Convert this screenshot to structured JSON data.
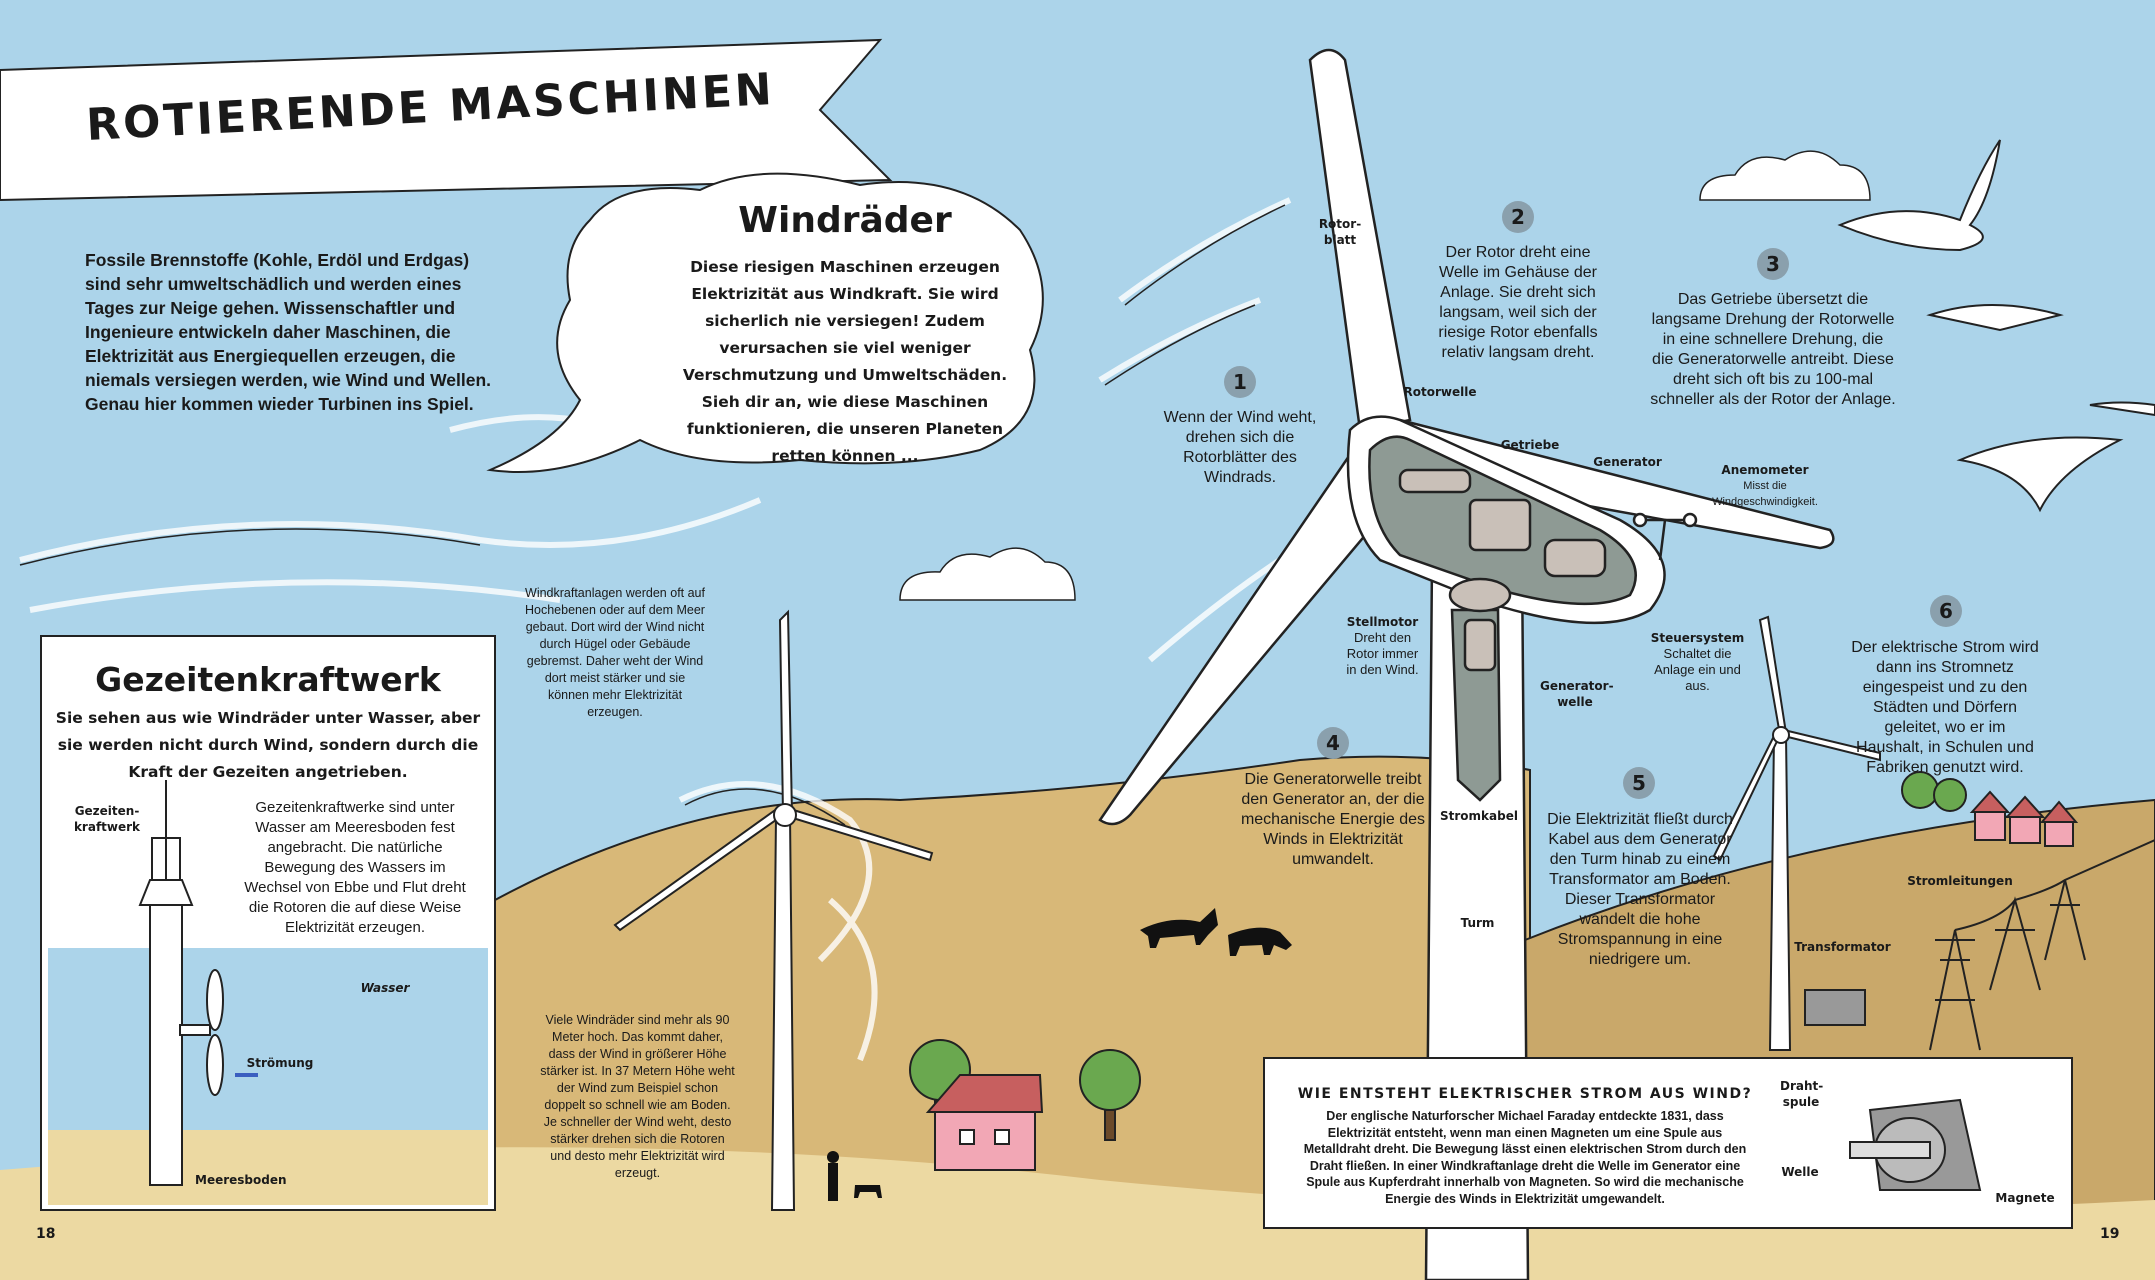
{
  "banner": {
    "title": "ROTIERENDE MASCHINEN"
  },
  "intro": {
    "text": "Fossile Brennstoffe (Kohle, Erdöl und Erdgas) sind sehr umweltschädlich und werden eines Tages zur Neige gehen. Wissenschaftler und Ingenieure entwickeln daher Maschinen, die Elektrizität aus Energiequellen erzeugen, die niemals versiegen werden, wie Wind und Wellen. Genau hier kommen wieder Turbinen ins Spiel."
  },
  "cloud": {
    "title": "Windräder",
    "text": "Diese riesigen Maschinen erzeugen Elektrizität aus Windkraft. Sie wird sicherlich nie versiegen! Zudem verursachen sie viel weniger Verschmutzung und Umweltschäden. Sieh dir an, wie diese Maschinen funktionieren, die unseren Planeten retten können ..."
  },
  "tidal": {
    "title": "Gezeitenkraftwerk",
    "subtitle": "Sie sehen aus wie Windräder unter Wasser, aber sie werden nicht durch Wind, sondern durch die Kraft der Gezeiten angetrieben.",
    "text": "Gezeitenkraftwerke sind unter Wasser am Meeresboden fest angebracht. Die natürliche Bewegung des Wassers im Wechsel von Ebbe und Flut dreht die Rotoren die auf diese Weise Elektrizität erzeugen.",
    "labels": {
      "plant": "Gezeiten-kraftwerk",
      "water": "Wasser",
      "current": "Strömung",
      "seabed": "Meeresboden"
    }
  },
  "notes": {
    "highlands": "Windkraftanlagen werden oft auf Hochebenen oder auf dem Meer gebaut. Dort wird der Wind nicht durch Hügel oder Gebäude gebremst. Daher weht der Wind dort meist stärker und sie können mehr Elektrizität erzeugen.",
    "height": "Viele Windräder sind mehr als 90 Meter hoch. Das kommt daher, dass der Wind in größerer Höhe stärker ist. In 37 Metern Höhe weht der Wind zum Beispiel schon doppelt so schnell wie am Boden. Je schneller der Wind weht, desto stärker drehen sich die Rotoren und desto mehr Elektrizität wird erzeugt."
  },
  "steps": [
    {
      "number": "1",
      "text": "Wenn der Wind weht, drehen sich die Rotorblätter des Windrads."
    },
    {
      "number": "2",
      "text": "Der Rotor dreht eine Welle im Gehäuse der Anlage. Sie dreht sich langsam, weil sich der riesige Rotor ebenfalls relativ langsam dreht."
    },
    {
      "number": "3",
      "text": "Das Getriebe übersetzt die langsame Drehung der Rotorwelle in eine schnellere Drehung, die die Generatorwelle antreibt. Diese dreht sich oft bis zu 100-mal schneller als der Rotor der Anlage."
    },
    {
      "number": "4",
      "text": "Die Generatorwelle treibt den Generator an, der die mechanische Energie des Winds in Elektrizität umwandelt."
    },
    {
      "number": "5",
      "text": "Die Elektrizität fließt durch Kabel aus dem Generator den Turm hinab zu einem Transformator am Boden. Dieser Transformator wandelt die hohe Stromspannung in eine niedrigere um."
    },
    {
      "number": "6",
      "text": "Der elektrische Strom wird dann ins Stromnetz eingespeist und zu den Städten und Dörfern geleitet, wo er im Haushalt, in Schulen und Fabriken genutzt wird."
    }
  ],
  "labels": {
    "rotorblatt": "Rotor-blatt",
    "rotorwelle": "Rotorwelle",
    "getriebe": "Getriebe",
    "generator": "Generator",
    "anemometer": "Anemometer",
    "anemometer_desc": "Misst die Windgeschwindigkeit.",
    "stellmotor": "Stellmotor",
    "stellmotor_desc": "Dreht den Rotor immer in den Wind.",
    "steuersystem": "Steuersystem",
    "steuersystem_desc": "Schaltet die Anlage ein und aus.",
    "generatorwelle": "Generator-welle",
    "stromkabel": "Stromkabel",
    "turm": "Turm",
    "stromleitungen": "Stromleitungen",
    "transformator": "Transformator"
  },
  "faraday": {
    "title": "WIE ENTSTEHT ELEKTRISCHER STROM AUS WIND?",
    "text": "Der englische Naturforscher Michael Faraday entdeckte 1831, dass Elektrizität entsteht, wenn man einen Magneten um eine Spule aus Metalldraht dreht. Die Bewegung lässt einen elektrischen Strom durch den Draht fließen. In einer Windkraftanlage dreht die Welle im Generator eine Spule aus Kupferdraht innerhalb von Magneten. So wird die mechanische Energie des Winds in Elektrizität umgewandelt.",
    "labels": {
      "coil": "Draht-spule",
      "shaft": "Welle",
      "magnets": "Magnete"
    }
  },
  "pages": {
    "left": "18",
    "right": "19"
  },
  "colors": {
    "sky": "#acd4ea",
    "sand": "#d8b878",
    "sand_light": "#ecd9a2",
    "badge": "#8aa0ad",
    "house": "#f2a7b5",
    "nacelle": "#8e9a94"
  }
}
